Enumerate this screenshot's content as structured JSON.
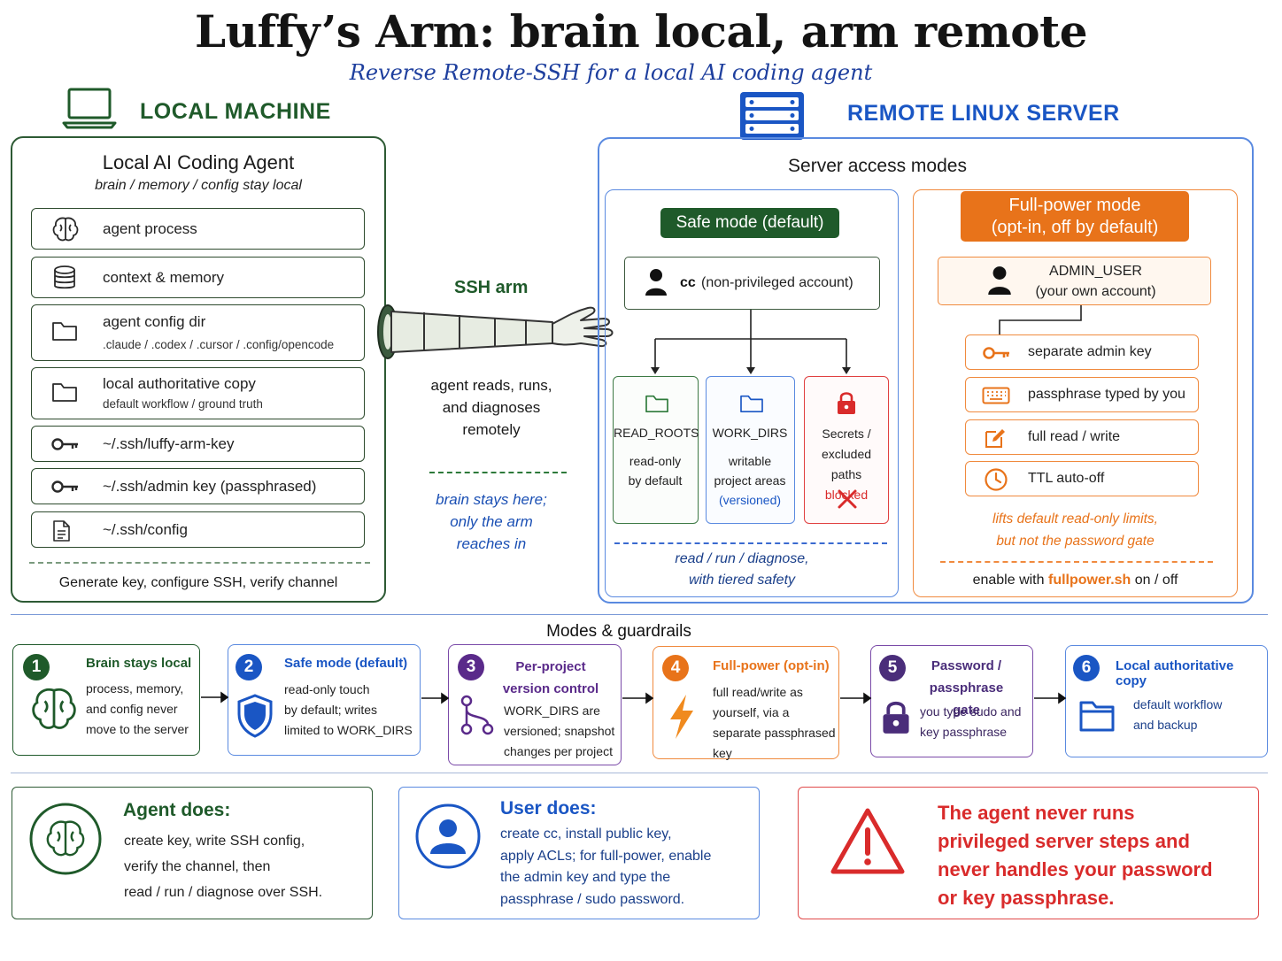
{
  "header": {
    "title": "Luffy’s Arm: brain local, arm remote",
    "subtitle": "Reverse Remote-SSH for a local AI coding agent"
  },
  "local": {
    "heading": "LOCAL MACHINE",
    "panel_title": "Local AI Coding Agent",
    "panel_subtitle": "brain / memory / config stay local",
    "items": [
      {
        "label": "agent process",
        "icon": "brain-icon"
      },
      {
        "label": "context & memory",
        "icon": "database-icon"
      },
      {
        "label": "agent config dir",
        "sub": ".claude / .codex / .cursor / .config/opencode",
        "icon": "folder-icon"
      },
      {
        "label": "local authoritative copy",
        "sub": "default workflow / ground truth",
        "icon": "folder-icon"
      },
      {
        "label": "~/.ssh/luffy-arm-key",
        "icon": "key-icon"
      },
      {
        "label": "~/.ssh/admin key (passphrased)",
        "icon": "key-icon"
      },
      {
        "label": "~/.ssh/config",
        "icon": "document-icon"
      }
    ],
    "footer": "Generate key, configure SSH, verify channel"
  },
  "arm": {
    "label": "SSH arm",
    "desc": [
      "agent reads, runs,",
      "and diagnoses",
      "remotely"
    ],
    "note": [
      "brain stays here;",
      "only the arm",
      "reaches in"
    ]
  },
  "remote": {
    "heading": "REMOTE LINUX SERVER",
    "panel_title": "Server access modes",
    "safe": {
      "title": "Safe mode (default)",
      "account_bold": "cc",
      "account_rest": "(non-privileged account)",
      "boxes": [
        {
          "title": "READ_ROOTS",
          "lines": [
            "read-only",
            "by default"
          ]
        },
        {
          "title": "WORK_DIRS",
          "lines": [
            "writable",
            "project areas"
          ],
          "extra": "(versioned)"
        },
        {
          "title": "Secrets /",
          "lines": [
            "excluded paths"
          ],
          "extra": "blocked"
        }
      ],
      "footer": [
        "read / run / diagnose,",
        "with tiered safety"
      ]
    },
    "full": {
      "title_line1": "Full-power mode",
      "title_line2": "(opt-in, off by default)",
      "account_line1": "ADMIN_USER",
      "account_line2": "(your own account)",
      "items": [
        {
          "label": "separate admin key",
          "icon": "key-icon"
        },
        {
          "label": "passphrase typed by you",
          "icon": "keyboard-icon"
        },
        {
          "label": "full read / write",
          "icon": "edit-icon"
        },
        {
          "label": "TTL auto-off",
          "icon": "clock-icon"
        }
      ],
      "note": [
        "lifts default read-only limits,",
        "but not the password gate"
      ],
      "footer_pre": "enable with",
      "footer_cmd": "fullpower.sh",
      "footer_post": "on / off"
    }
  },
  "modes": {
    "title": "Modes & guardrails",
    "steps": [
      {
        "num": "1",
        "title": "Brain stays local",
        "lines": [
          "process, memory,",
          "and config never",
          "move to the server"
        ],
        "icon": "brain-icon",
        "color": "#1f5a2a"
      },
      {
        "num": "2",
        "title": "Safe mode (default)",
        "lines": [
          "read-only touch",
          "by default; writes",
          "limited to WORK_DIRS"
        ],
        "icon": "shield-icon",
        "color": "#1a56c4"
      },
      {
        "num": "3",
        "title_lines": [
          "Per-project",
          "version control"
        ],
        "lines": [
          "WORK_DIRS are",
          "versioned; snapshot",
          "changes per project"
        ],
        "icon": "branch-icon",
        "color": "#5a2a8a"
      },
      {
        "num": "4",
        "title": "Full-power (opt-in)",
        "lines": [
          "full read/write as",
          "yourself, via a",
          "separate passphrased key"
        ],
        "icon": "lightning-icon",
        "color": "#e8731a"
      },
      {
        "num": "5",
        "title_lines": [
          "Password /",
          "passphrase gate"
        ],
        "lines": [
          "you type sudo and",
          "key passphrase"
        ],
        "icon": "lock-icon",
        "color": "#4a2d7a"
      },
      {
        "num": "6",
        "title": "Local authoritative copy",
        "lines": [
          "default workflow",
          "and backup"
        ],
        "icon": "folder-icon",
        "color": "#1a56c4"
      }
    ]
  },
  "bottom": {
    "agent": {
      "title": "Agent does:",
      "lines": [
        "create key, write SSH config,",
        "verify the channel, then",
        "read / run / diagnose over SSH."
      ]
    },
    "user": {
      "title": "User does:",
      "lines": [
        "create cc, install public key,",
        "apply ACLs; for full-power, enable",
        "the admin key and type the",
        "passphrase / sudo password."
      ]
    },
    "warning": {
      "lines": [
        "The agent never runs",
        "privileged server steps and",
        "never handles your password",
        "or key passphrase."
      ]
    }
  },
  "colors": {
    "local_green": "#1f5a2a",
    "remote_blue": "#1a56c4",
    "full_orange": "#e8731a",
    "warning_red": "#d92b2b"
  }
}
